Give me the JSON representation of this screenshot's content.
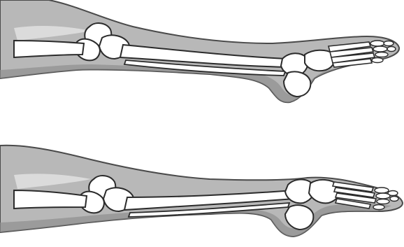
{
  "figure": {
    "panels": [
      {
        "id": "upper",
        "subject": "leg-in-plantarflexion"
      },
      {
        "id": "lower",
        "subject": "leg-in-extreme-plantarflexion"
      }
    ],
    "colors": {
      "background": "#ffffff",
      "skin_fill": "#b8b8b8",
      "skin_shadow": "#8f8f8f",
      "skin_outline": "#4a4a4a",
      "bone_fill": "#ffffff",
      "bone_outline": "#2b2b2b",
      "highlight": "#e4e4e4"
    }
  }
}
